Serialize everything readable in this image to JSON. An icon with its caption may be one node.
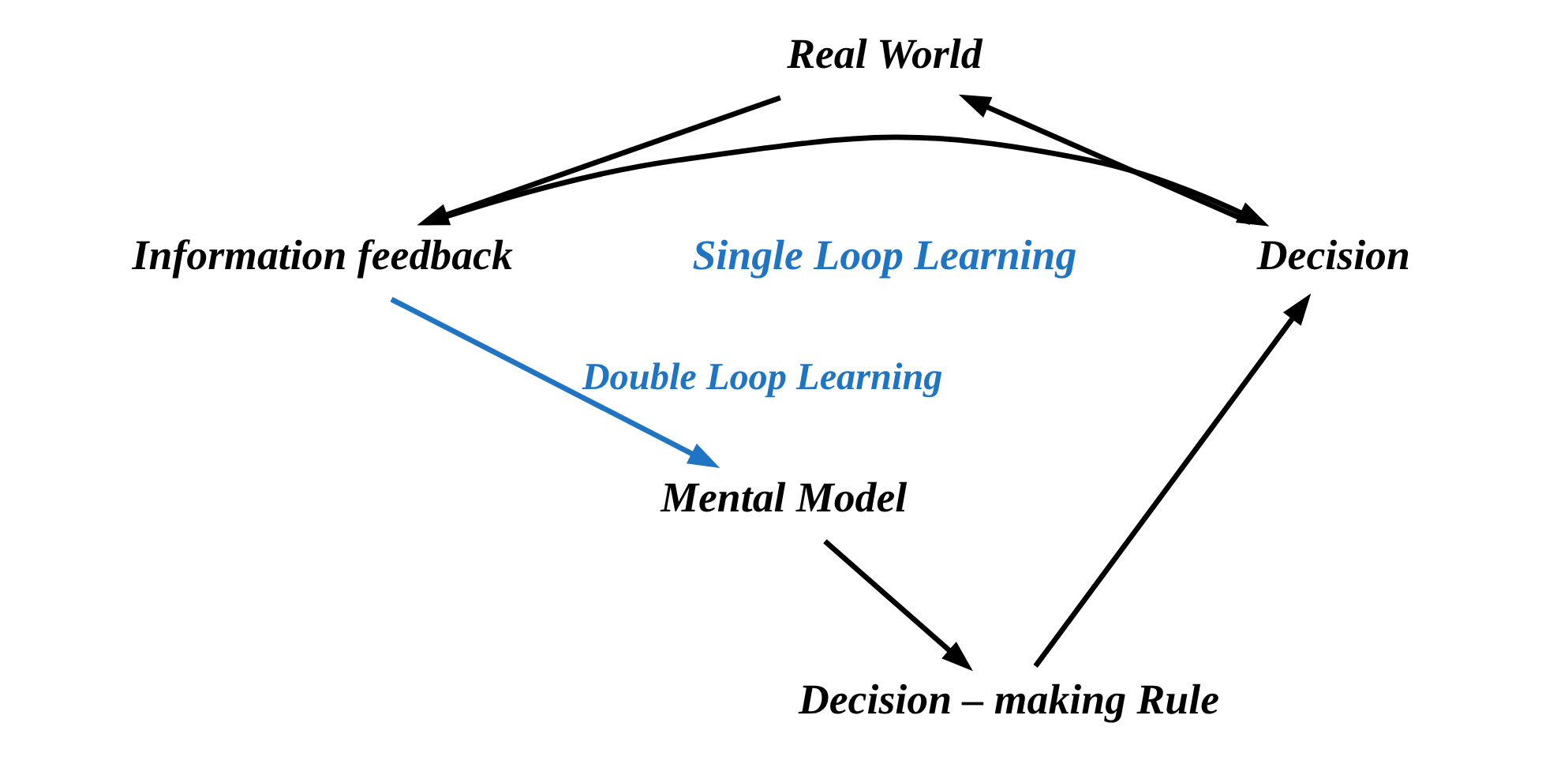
{
  "diagram": {
    "nodes": [
      {
        "text": [
          "Real World"
        ]
      },
      {
        "text": [
          "Decision"
        ]
      },
      {
        "text": [
          "Information feedback"
        ]
      },
      {
        "text": [
          "Mental Model"
        ]
      },
      {
        "text": [
          "Decision – making Rule"
        ]
      }
    ],
    "edges": [
      {
        "from": 1,
        "to": 0,
        "arrow": "to"
      },
      {
        "from": 0,
        "to": 2,
        "arrow": "to"
      },
      {
        "from": 2,
        "to": 1,
        "arrow": "to"
      },
      {
        "from": 2,
        "to": 3,
        "arrow": "to",
        "label": "Double Loop Learning",
        "color": "#1f74c4"
      },
      {
        "from": 3,
        "to": 4,
        "arrow": "to"
      },
      {
        "from": 4,
        "to": 1,
        "arrow": "to"
      }
    ],
    "labels": [
      "Single Loop Learning"
    ]
  }
}
